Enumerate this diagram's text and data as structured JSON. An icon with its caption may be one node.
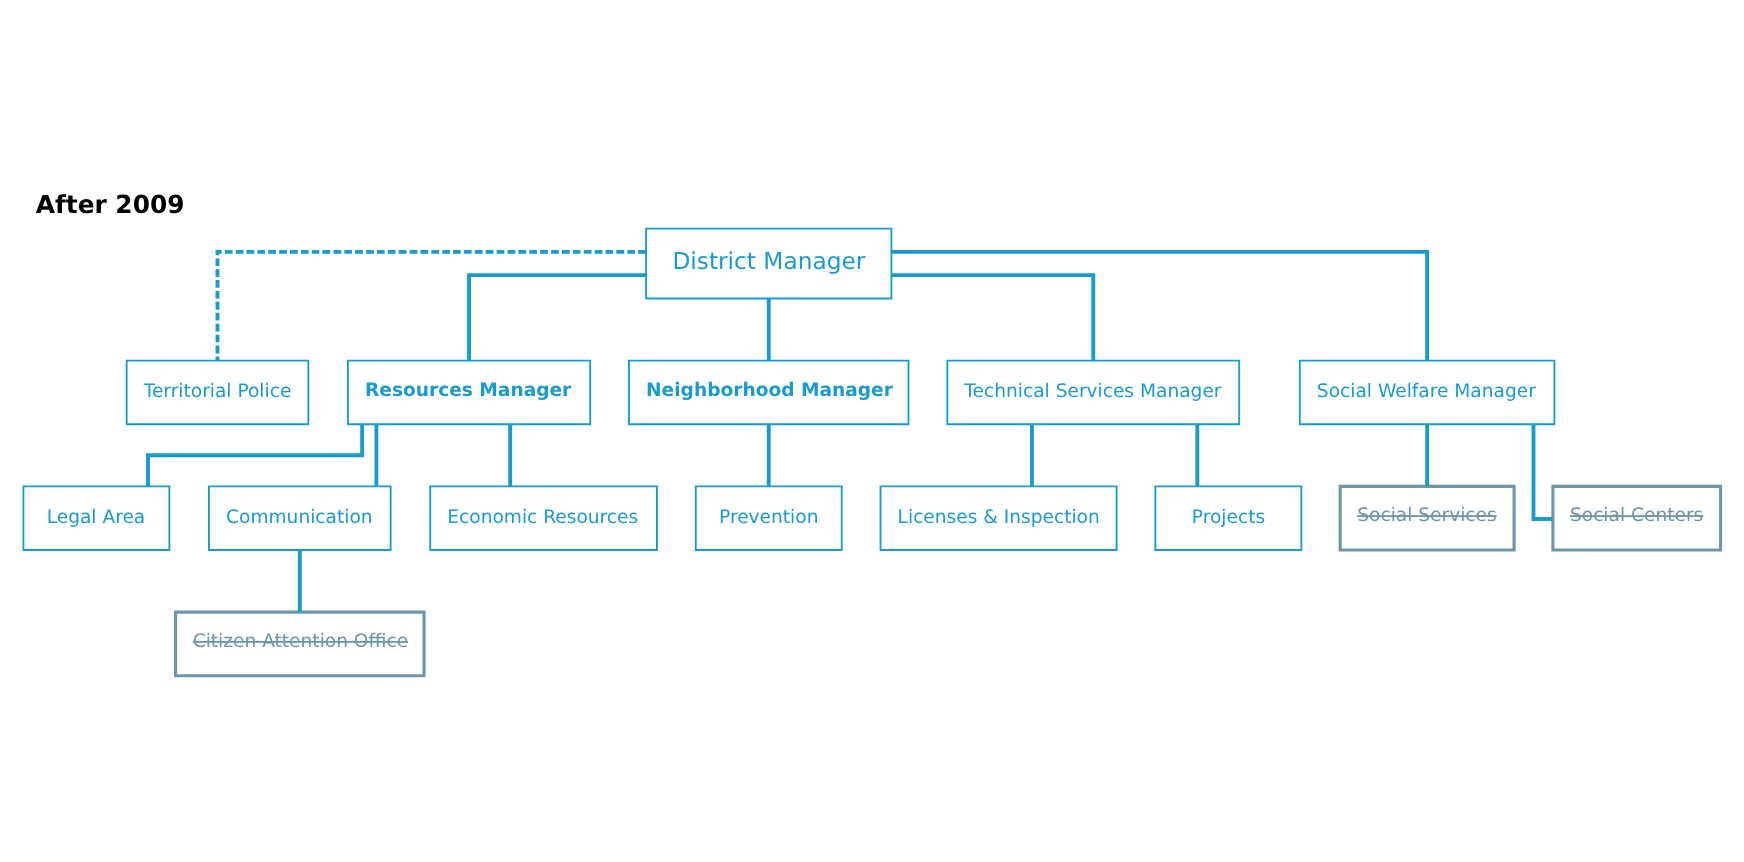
{
  "diagram": {
    "title": "After 2009",
    "nodes": [
      {
        "text": [
          "District Manager"
        ]
      },
      {
        "text": [
          "Territorial Police"
        ]
      },
      {
        "text": [
          "Resources Manager"
        ]
      },
      {
        "text": [
          "Neighborhood Manager"
        ]
      },
      {
        "text": [
          "Technical Services Manager"
        ]
      },
      {
        "text": [
          "Social Welfare Manager"
        ]
      },
      {
        "text": [
          "Legal Area"
        ]
      },
      {
        "text": [
          "Communication"
        ]
      },
      {
        "text": [
          "Economic Resources"
        ]
      },
      {
        "text": [
          "Citizen Attention Office"
        ]
      },
      {
        "text": [
          "Prevention"
        ]
      },
      {
        "text": [
          "Licenses & Inspection"
        ]
      },
      {
        "text": [
          "Projects"
        ]
      },
      {
        "text": [
          "Social Services"
        ]
      },
      {
        "text": [
          "Social Centers"
        ]
      }
    ],
    "edges": [
      {
        "from": 0,
        "to": 1,
        "arrow": "none",
        "style": "dashed"
      },
      {
        "from": 0,
        "to": 2,
        "arrow": "none"
      },
      {
        "from": 0,
        "to": 3,
        "arrow": "none"
      },
      {
        "from": 0,
        "to": 4,
        "arrow": "none"
      },
      {
        "from": 0,
        "to": 5,
        "arrow": "none"
      },
      {
        "from": 2,
        "to": 6,
        "arrow": "none"
      },
      {
        "from": 2,
        "to": 7,
        "arrow": "none"
      },
      {
        "from": 2,
        "to": 8,
        "arrow": "none"
      },
      {
        "from": 7,
        "to": 9,
        "arrow": "none"
      },
      {
        "from": 3,
        "to": 10,
        "arrow": "none"
      },
      {
        "from": 4,
        "to": 11,
        "arrow": "none"
      },
      {
        "from": 4,
        "to": 12,
        "arrow": "none"
      },
      {
        "from": 5,
        "to": 13,
        "arrow": "none"
      },
      {
        "from": 5,
        "to": 14,
        "arrow": "none"
      }
    ]
  }
}
